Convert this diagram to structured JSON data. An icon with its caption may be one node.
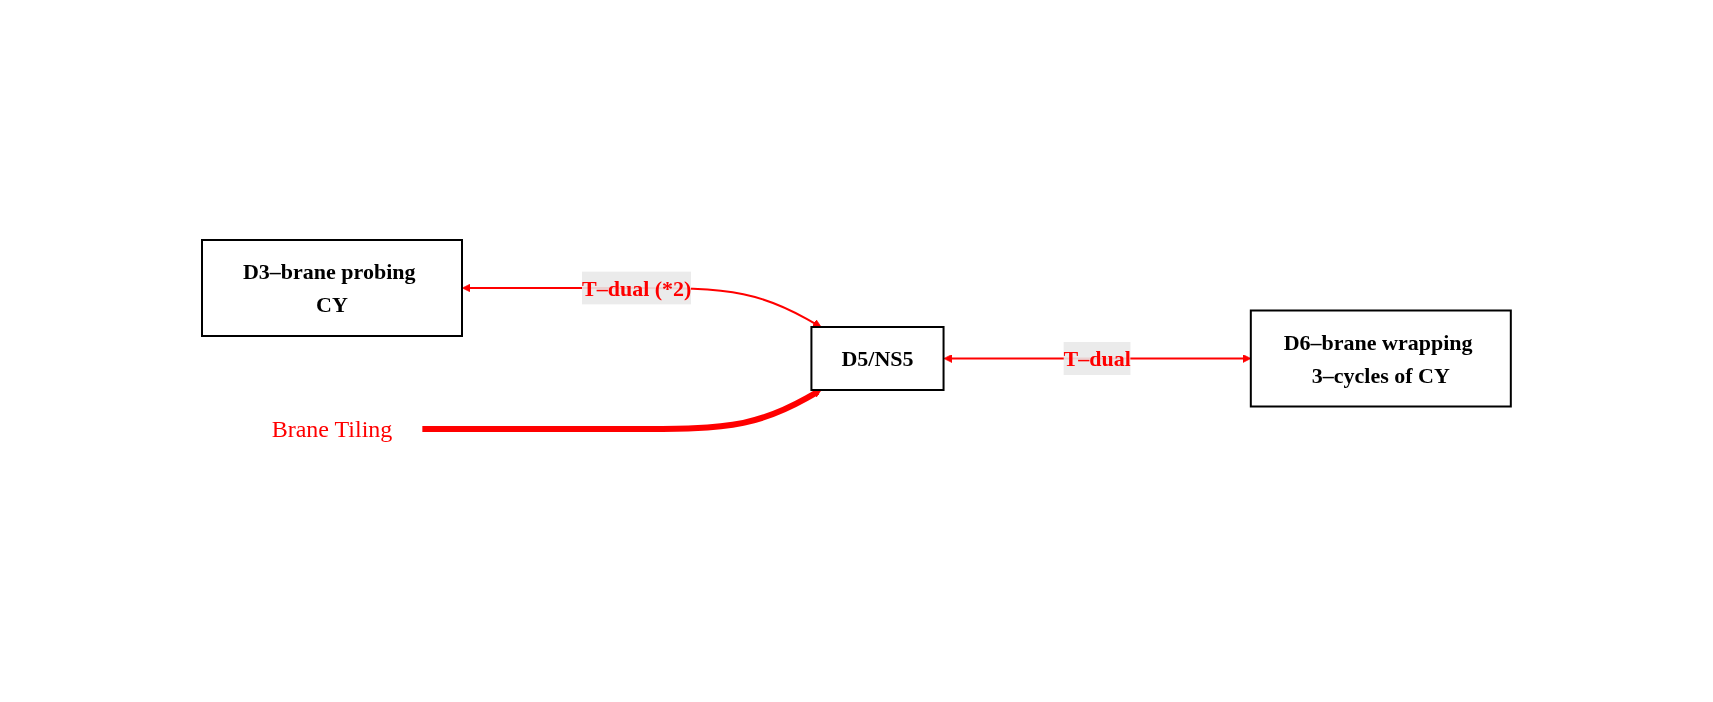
{
  "diagram": {
    "nodes": [
      {
        "text": [
          "D3–brane probing CY"
        ]
      },
      {
        "text": [
          "D5/NS5"
        ]
      },
      {
        "text": [
          "D6–brane wrapping 3–cycles of CY"
        ]
      },
      {
        "text": [
          "Brane Tiling"
        ]
      }
    ],
    "edges": [
      {
        "from": 0,
        "to": 1,
        "arrow": "both",
        "label": "T–dual (*2)",
        "color": "#ff0000"
      },
      {
        "from": 1,
        "to": 2,
        "arrow": "both",
        "label": "T–dual",
        "color": "#ff0000"
      },
      {
        "from": 3,
        "to": 1,
        "arrow": "to",
        "style": "thick",
        "color": "#ff0000"
      }
    ]
  }
}
